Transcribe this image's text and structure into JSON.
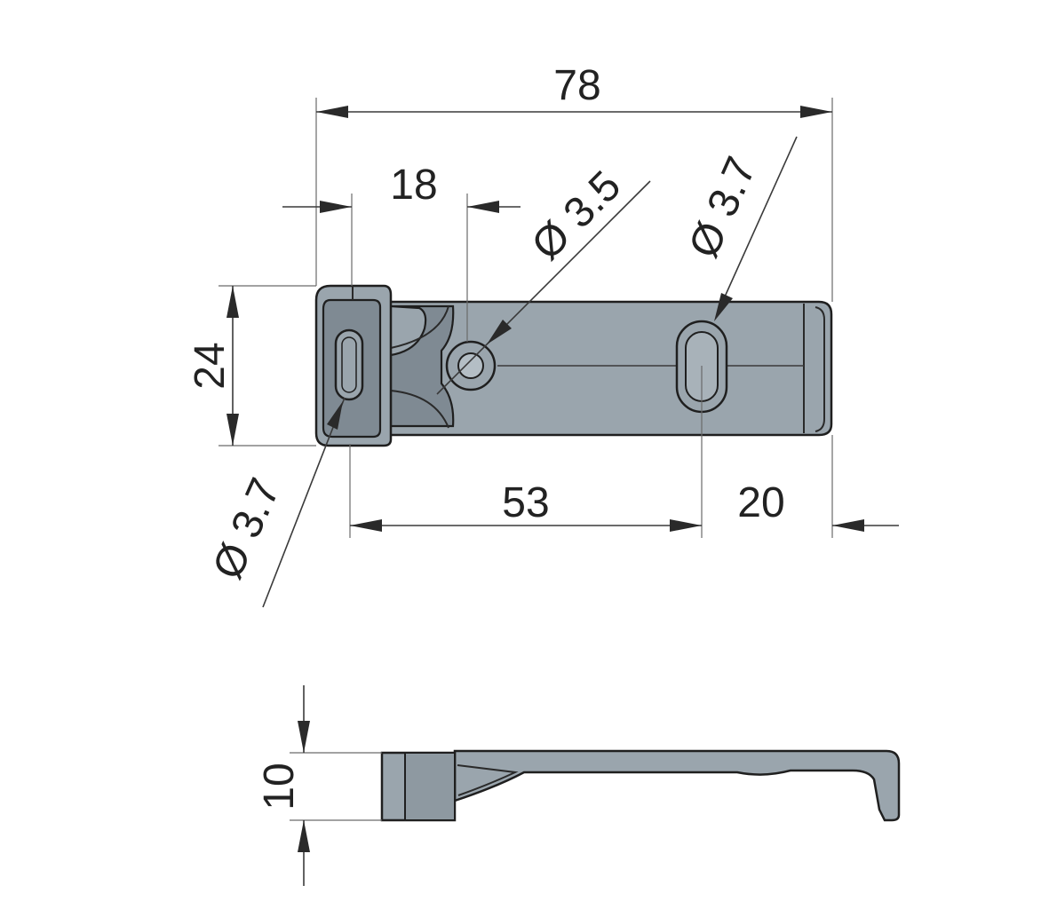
{
  "dimensions": {
    "overall_length": "78",
    "offset_18": "18",
    "hole_center": "Ø 3.5",
    "slot_right": "Ø 3.7",
    "height": "24",
    "slot_left": "Ø 3.7",
    "span_53": "53",
    "span_20": "20",
    "thickness": "10"
  },
  "colors": {
    "part_fill": "#9aa5ad",
    "part_outline": "#1f1f1f",
    "dimension": "#3a3a3a"
  }
}
